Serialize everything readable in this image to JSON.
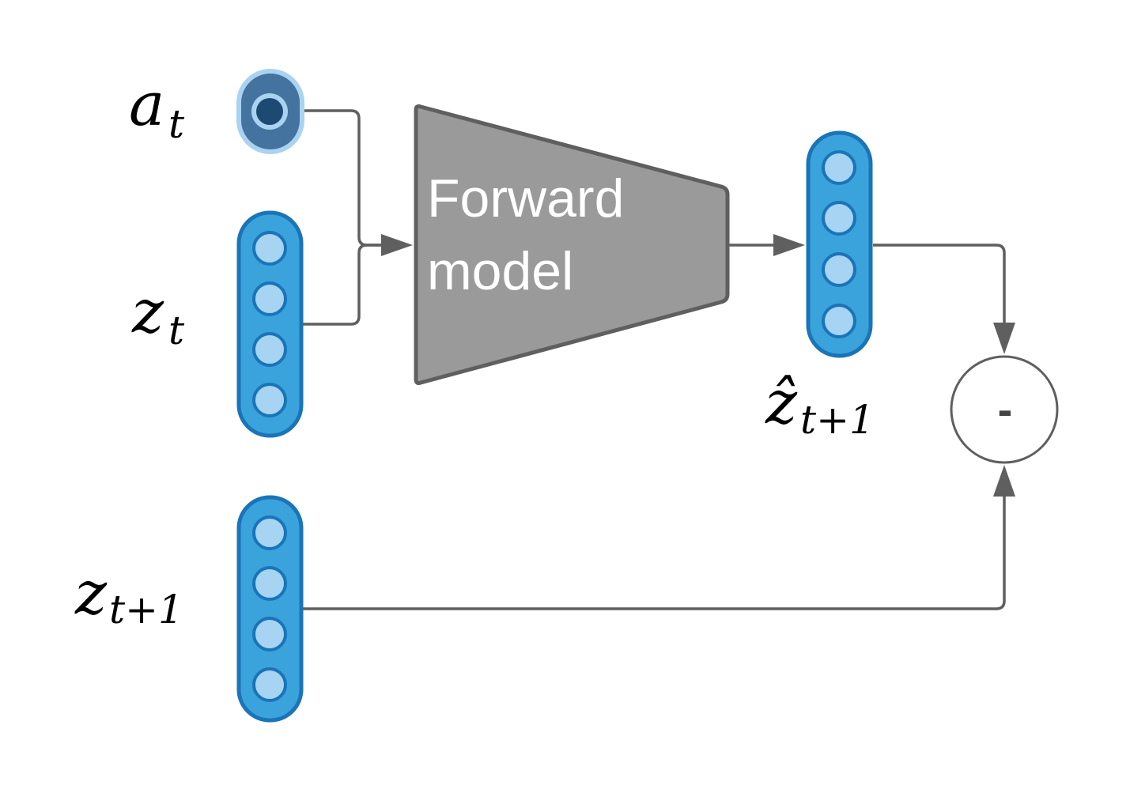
{
  "title": "",
  "nodes": {
    "action": {
      "symbol": "a",
      "subscript": "t",
      "units": 1
    },
    "state": {
      "symbol": "z",
      "subscript": "t",
      "units": 4
    },
    "next_state": {
      "symbol": "z",
      "subscript": "t+1",
      "units": 4
    },
    "predicted_state": {
      "symbol": "ẑ",
      "subscript": "t+1",
      "units": 4
    }
  },
  "forward_model": {
    "line1": "Forward",
    "line2": "model"
  },
  "operator": {
    "symbol": "-"
  },
  "colors": {
    "vector_fill": "#3aa3dc",
    "vector_stroke": "#1a74b8",
    "unit_fill": "#a6d4f2",
    "action_fill": "#44739f",
    "action_halo": "#a9d3f0",
    "action_core": "#1c4a72",
    "model_fill": "#9a9a9a",
    "model_stroke": "#5f5f5f",
    "wire": "#5f5f5f"
  },
  "edges": [
    {
      "from": "action",
      "to": "forward_model"
    },
    {
      "from": "state",
      "to": "forward_model"
    },
    {
      "from": "forward_model",
      "to": "predicted_state"
    },
    {
      "from": "predicted_state",
      "to": "operator"
    },
    {
      "from": "next_state",
      "to": "operator"
    }
  ]
}
